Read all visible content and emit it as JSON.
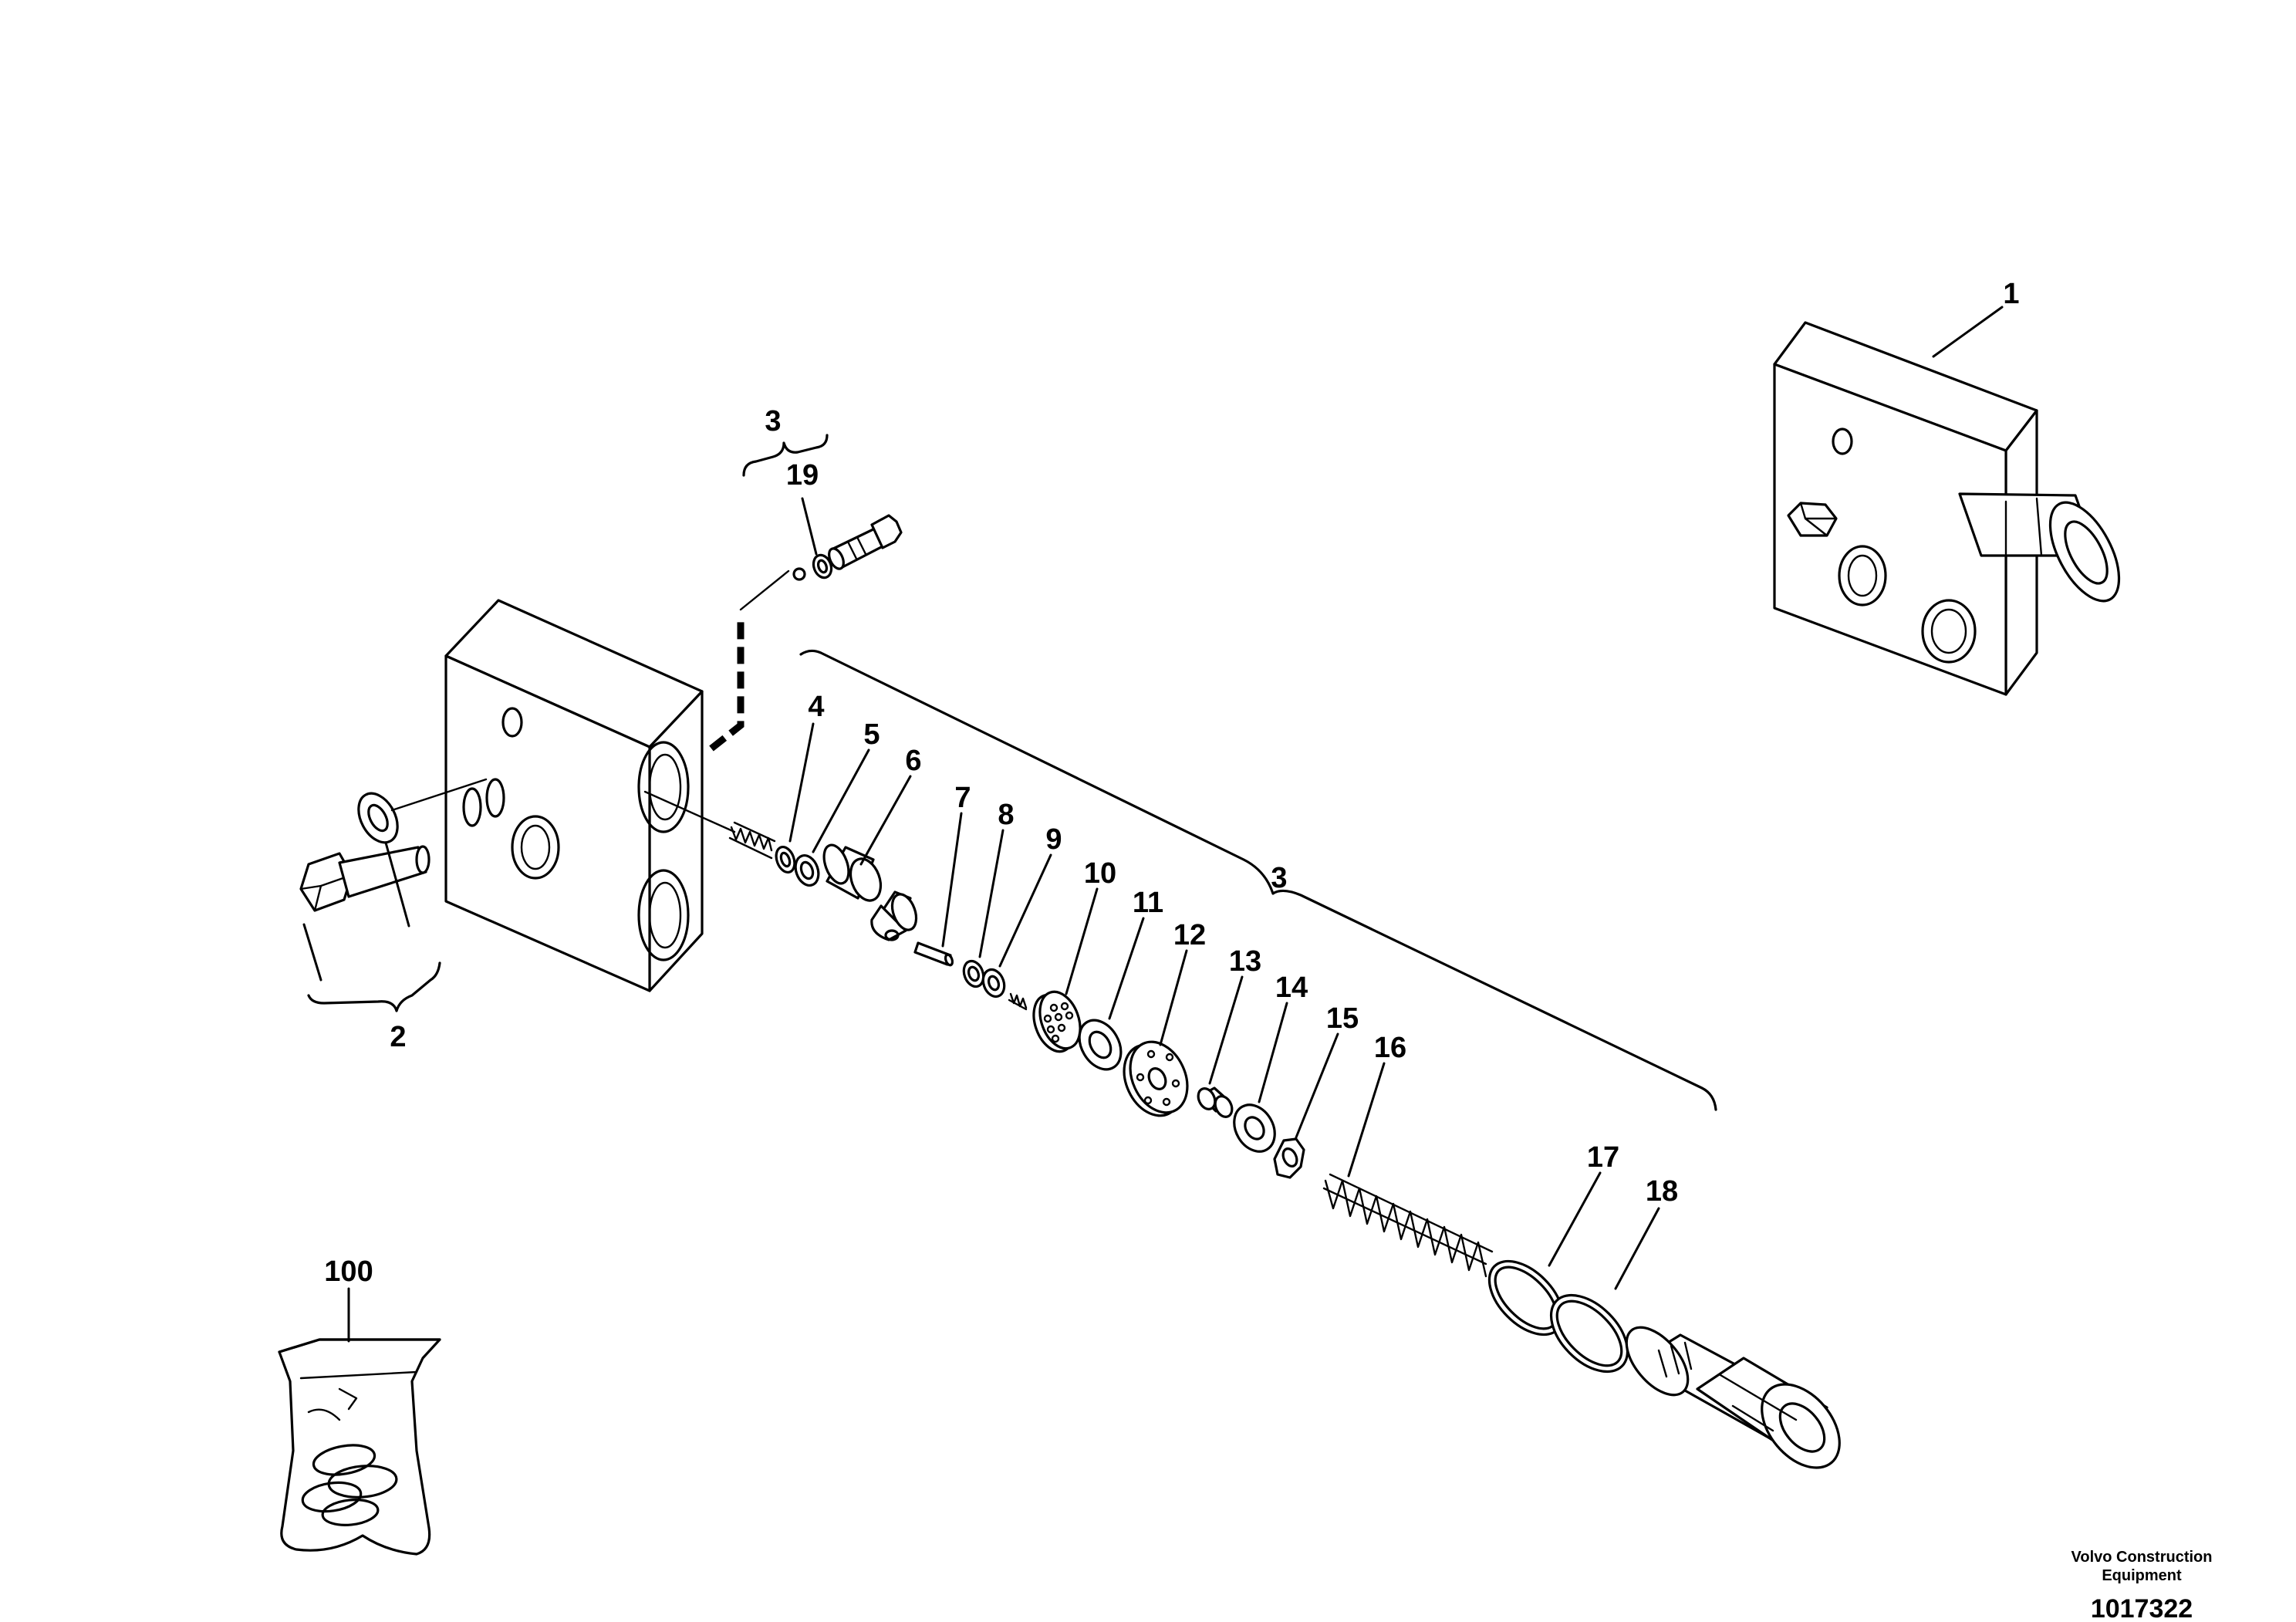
{
  "callouts": {
    "c1": "1",
    "c2": "2",
    "c3_top": "3",
    "c3_main": "3",
    "c4": "4",
    "c5": "5",
    "c6": "6",
    "c7": "7",
    "c8": "8",
    "c9": "9",
    "c10": "10",
    "c11": "11",
    "c12": "12",
    "c13": "13",
    "c14": "14",
    "c15": "15",
    "c16": "16",
    "c17": "17",
    "c18": "18",
    "c19": "19",
    "c100": "100"
  },
  "footer": {
    "brand_line1": "Volvo Construction",
    "brand_line2": "Equipment",
    "drawing_number": "1017322"
  }
}
